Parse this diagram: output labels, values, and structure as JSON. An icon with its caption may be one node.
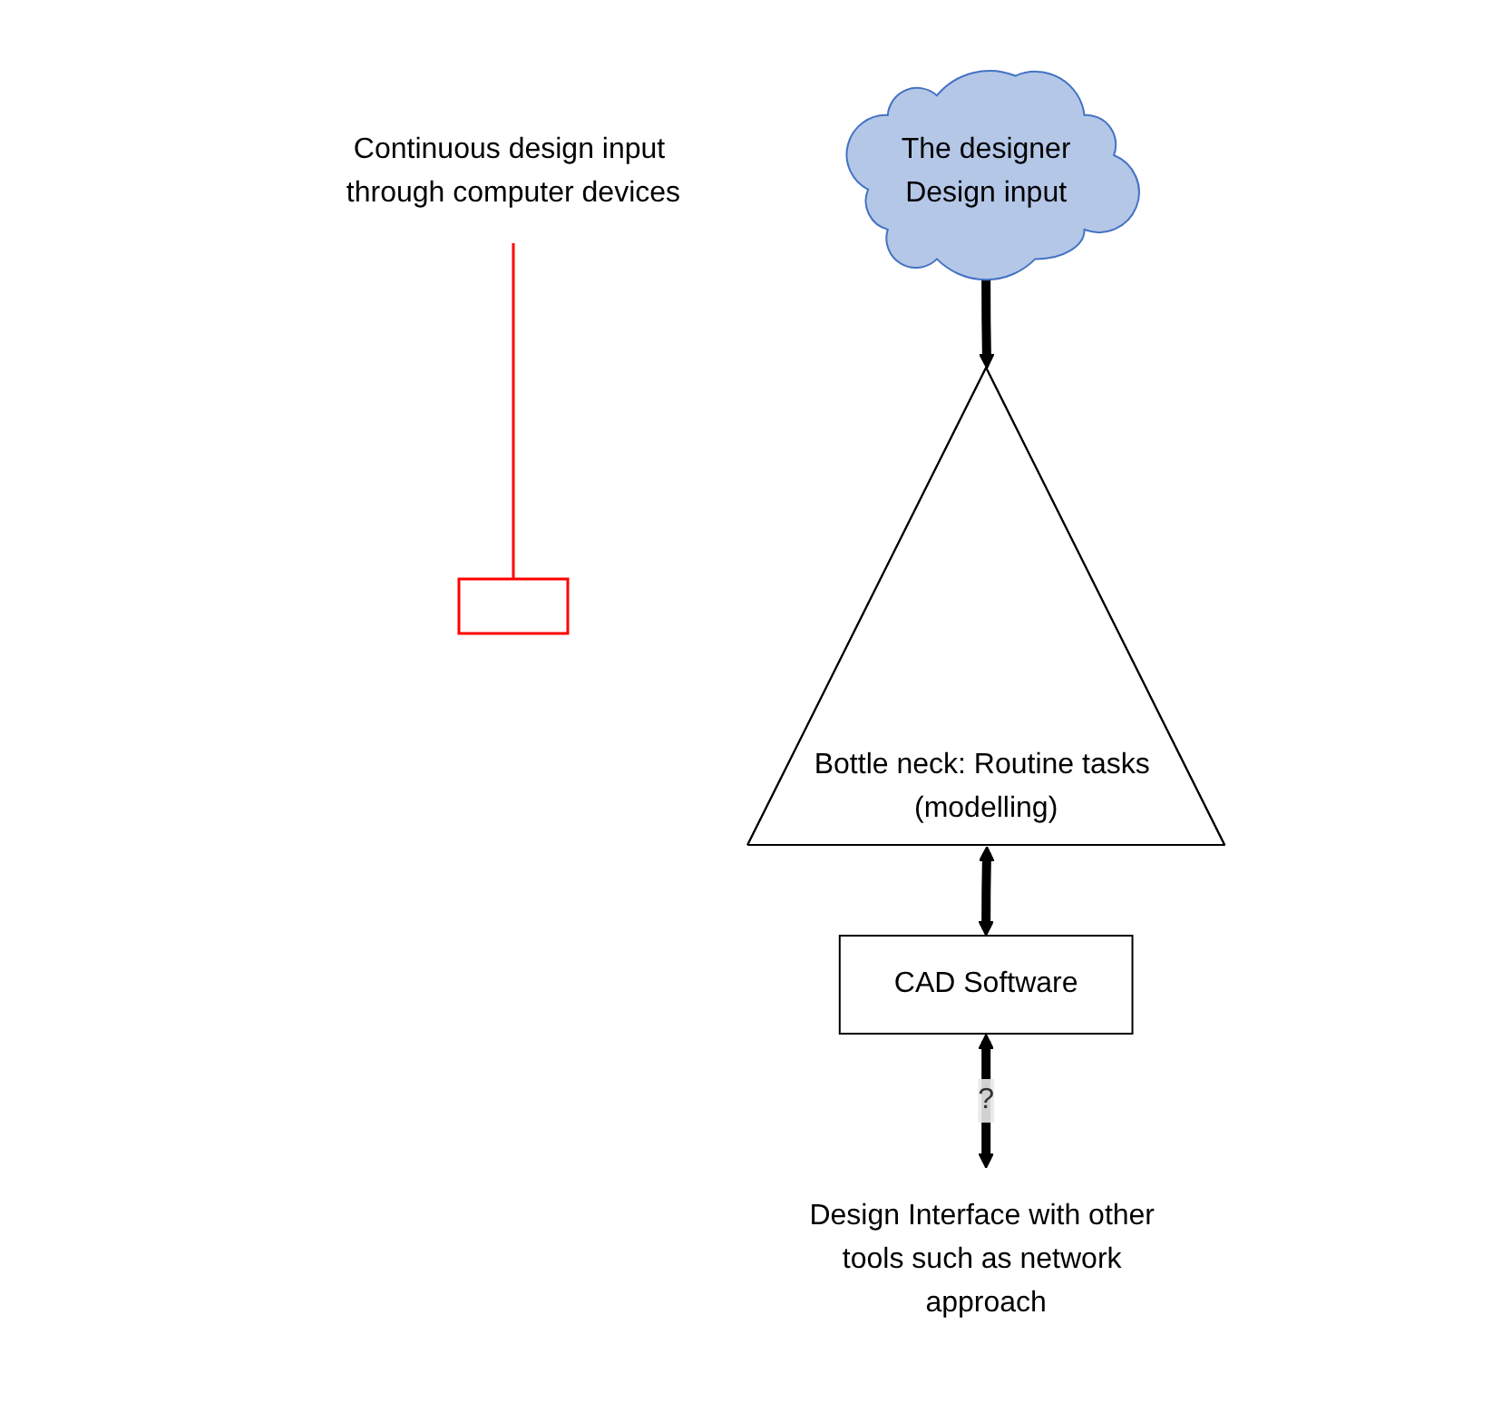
{
  "diagram": {
    "nodes": [
      {
        "text": [
          "The designer",
          "Design input"
        ]
      },
      {
        "text": [],
        "shape": "box"
      },
      {
        "text": [
          "Bottle neck: Routine tasks (modelling)"
        ]
      },
      {
        "text": [
          "Continuous design input through computer devices"
        ]
      },
      {
        "text": [
          "CAD Software"
        ]
      },
      {
        "text": [
          "Design Interface with other tools such as network approach"
        ]
      }
    ],
    "edges": [
      {
        "from": 0,
        "to": 2,
        "arrow": "to"
      },
      {
        "from": 3,
        "to": 1,
        "arrow": "none",
        "color": "#ff0000"
      },
      {
        "from": 2,
        "to": 4,
        "arrow": "both"
      },
      {
        "from": 4,
        "to": 5,
        "arrow": "both",
        "label": "?"
      }
    ]
  }
}
